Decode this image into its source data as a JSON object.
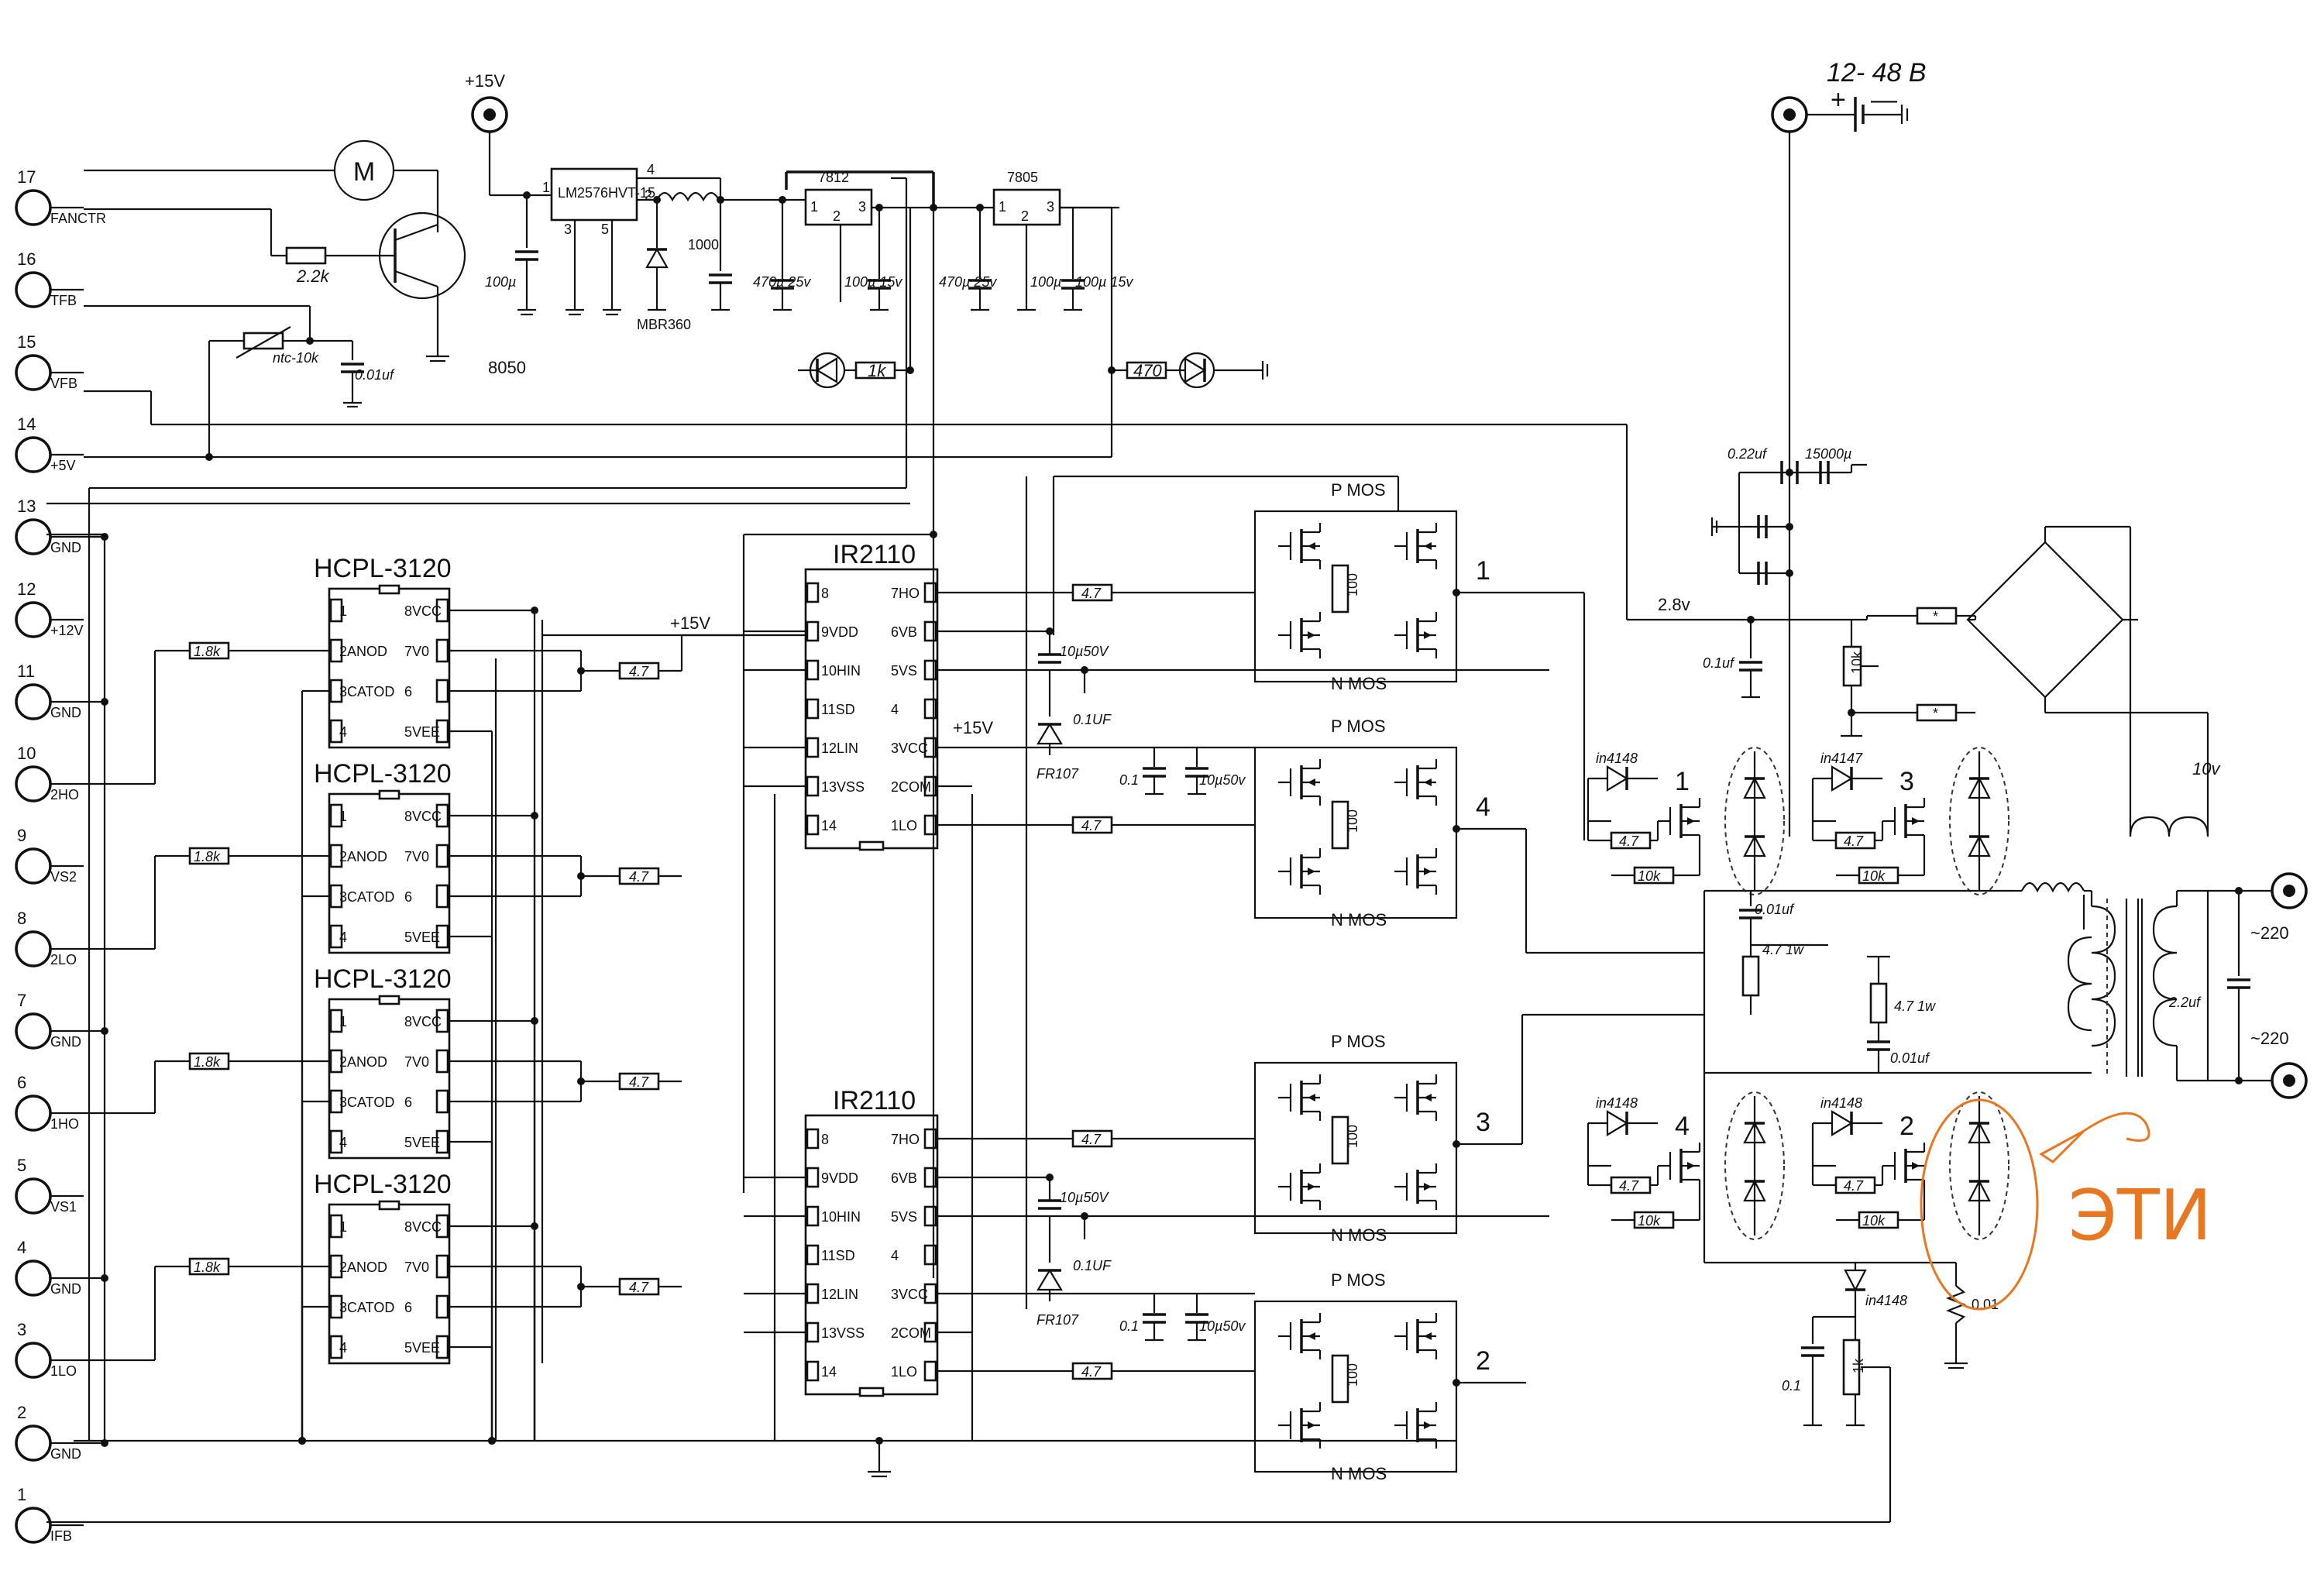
{
  "connector": {
    "pins": [
      {
        "num": "17",
        "name": "FANCTR"
      },
      {
        "num": "16",
        "name": "TFB"
      },
      {
        "num": "15",
        "name": "VFB"
      },
      {
        "num": "14",
        "name": "+5V"
      },
      {
        "num": "13",
        "name": "GND"
      },
      {
        "num": "12",
        "name": "+12V"
      },
      {
        "num": "11",
        "name": "GND"
      },
      {
        "num": "10",
        "name": "2HO"
      },
      {
        "num": "9",
        "name": "VS2"
      },
      {
        "num": "8",
        "name": "2LO"
      },
      {
        "num": "7",
        "name": "GND"
      },
      {
        "num": "6",
        "name": "1HO"
      },
      {
        "num": "5",
        "name": "VS1"
      },
      {
        "num": "4",
        "name": "GND"
      },
      {
        "num": "3",
        "name": "1LO"
      },
      {
        "num": "2",
        "name": "GND"
      },
      {
        "num": "1",
        "name": "IFB"
      }
    ]
  },
  "fan": {
    "motor": "M",
    "resistor": "2.2k",
    "transistor": "8050",
    "ntc": "ntc-10k",
    "cap": "0.01uf"
  },
  "power": {
    "input_label": "+15V",
    "battery_label": "12- 48 B",
    "plus": "+",
    "minus": "—",
    "reg1": "LM2576HVT-15",
    "reg1_pins": [
      "1",
      "2",
      "3",
      "4",
      "5"
    ],
    "reg2": "7812",
    "reg3": "7805",
    "reg_pins": [
      "1",
      "2",
      "3"
    ],
    "diode": "MBR360",
    "inductor": "1000",
    "caps": [
      "100µ",
      "470µ 25v",
      "100µ 15v",
      "470µ 25v",
      "100µ",
      "100µ 15v"
    ],
    "led_res1": "1k",
    "led_res2": "470",
    "bulk_caps": [
      "0.22uf",
      "15000µ"
    ]
  },
  "optos": [
    {
      "title": "HCPL-3120",
      "res": "1.8k",
      "out": "4.7"
    },
    {
      "title": "HCPL-3120",
      "res": "1.8k",
      "out": "4.7"
    },
    {
      "title": "HCPL-3120",
      "res": "1.8k",
      "out": "4.7"
    },
    {
      "title": "HCPL-3120",
      "res": "1.8k",
      "out": "4.7"
    }
  ],
  "opto_pins": {
    "left": [
      "1",
      "2ANOD",
      "3CATOD",
      "4"
    ],
    "right": [
      "8VCC",
      "7V0",
      "6",
      "5VEE"
    ]
  },
  "drivers": [
    {
      "title": "IR2110",
      "boot_cap": "10µ50V",
      "cap2": "0.1UF",
      "diode": "FR107",
      "vcc_cap1": "0.1",
      "vcc_cap2": "10µ50v",
      "vcc_label": "+15V"
    },
    {
      "title": "IR2110",
      "boot_cap": "10µ50V",
      "cap2": "0.1UF",
      "diode": "FR107",
      "vcc_cap1": "0.1",
      "vcc_cap2": "10µ50v"
    }
  ],
  "driver_pins": {
    "left": [
      "8",
      "9VDD",
      "10HIN",
      "11SD",
      "12LIN",
      "13VSS",
      "14"
    ],
    "right": [
      "7HO",
      "6VB",
      "5VS",
      "4",
      "3VCC",
      "2COM",
      "1LO"
    ]
  },
  "rail_label": "+15V",
  "bridges": [
    {
      "num": "1",
      "pmos": "P MOS",
      "nmos": "N MOS",
      "res": "100",
      "gate": "4.7"
    },
    {
      "num": "4",
      "pmos": "P MOS",
      "nmos": "N MOS",
      "res": "100",
      "gate": "4.7"
    },
    {
      "num": "3",
      "pmos": "P MOS",
      "nmos": "N MOS",
      "res": "100",
      "gate": "4.7"
    },
    {
      "num": "2",
      "pmos": "P MOS",
      "nmos": "N MOS",
      "res": "100",
      "gate": "4.7"
    }
  ],
  "output": {
    "rect_diode": "in4148",
    "rect_diode2": "in4147",
    "gate_res": "4.7",
    "pd_res": "10k",
    "snub_cap": "0.01uf",
    "snub_res": "4.7 1w",
    "snub_res2": "4.7 1w",
    "snub_cap2": "0.01uf",
    "ac_cap": "2.2uf",
    "ac1": "~220",
    "ac2": "~220",
    "sense_res": "0.01",
    "sense_diode": "in4148",
    "pot": "1k",
    "pot_cap": "0.1",
    "bridge_res": "*",
    "vfb_res": "10k",
    "vfb_cap": "0.1uf",
    "vfb_v": "2.8v",
    "aux": "10v",
    "sw_labels": [
      "1",
      "3",
      "4",
      "2"
    ]
  },
  "annotation": "ЭТИ",
  "colors": {
    "ink": "#111111",
    "annotation": "#e87722"
  }
}
